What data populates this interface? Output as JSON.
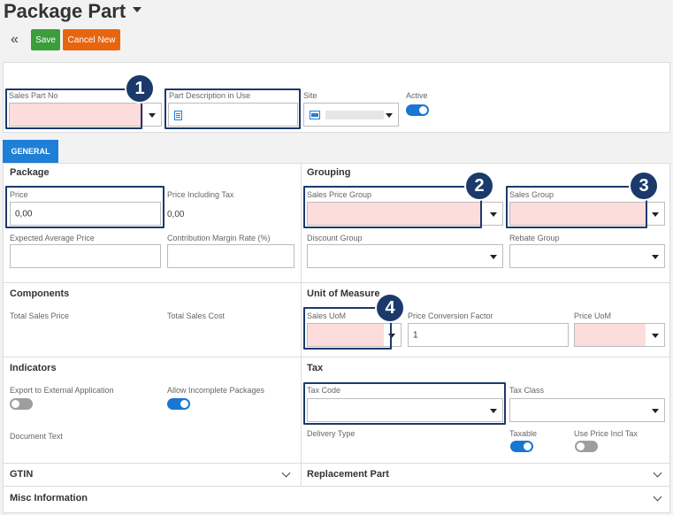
{
  "page": {
    "title": "Package Part"
  },
  "toolbar": {
    "back_glyph": "«",
    "save_label": "Save",
    "cancel_label": "Cancel New"
  },
  "header": {
    "sales_part_no_label": "Sales Part No",
    "part_description_label": "Part Description in Use",
    "site_label": "Site",
    "active_label": "Active"
  },
  "tabs": {
    "general": "GENERAL"
  },
  "package": {
    "title": "Package",
    "price_label": "Price",
    "price_value": "0,00",
    "price_incl_tax_label": "Price Including Tax",
    "price_incl_tax_value": "0,00",
    "expected_avg_price_label": "Expected Average Price",
    "contribution_margin_label": "Contribution Margin Rate (%)"
  },
  "grouping": {
    "title": "Grouping",
    "sales_price_group_label": "Sales Price Group",
    "sales_group_label": "Sales Group",
    "discount_group_label": "Discount Group",
    "rebate_group_label": "Rebate Group"
  },
  "components": {
    "title": "Components",
    "total_sales_price_label": "Total Sales Price",
    "total_sales_cost_label": "Total Sales Cost"
  },
  "uom": {
    "title": "Unit of Measure",
    "sales_uom_label": "Sales UoM",
    "price_conversion_label": "Price Conversion Factor",
    "price_conversion_value": "1",
    "price_uom_label": "Price UoM"
  },
  "indicators": {
    "title": "Indicators",
    "export_label": "Export to External Application",
    "allow_incomplete_label": "Allow Incomplete Packages",
    "document_text_label": "Document Text"
  },
  "tax": {
    "title": "Tax",
    "tax_code_label": "Tax Code",
    "tax_class_label": "Tax Class",
    "delivery_type_label": "Delivery Type",
    "taxable_label": "Taxable",
    "use_price_incl_tax_label": "Use Price Incl Tax"
  },
  "sections": {
    "gtin": "GTIN",
    "replacement_part": "Replacement Part",
    "misc_information": "Misc Information"
  },
  "callouts": [
    "1",
    "2",
    "3",
    "4"
  ],
  "toggles": {
    "active": true,
    "export_to_external": false,
    "allow_incomplete": true,
    "taxable": true,
    "use_price_incl_tax": false
  },
  "colors": {
    "accent": "#1e7fd6",
    "callout": "#1b3a6b",
    "required_fill": "#fddcdc",
    "save": "#3a9e3a",
    "cancel": "#e8650f"
  }
}
